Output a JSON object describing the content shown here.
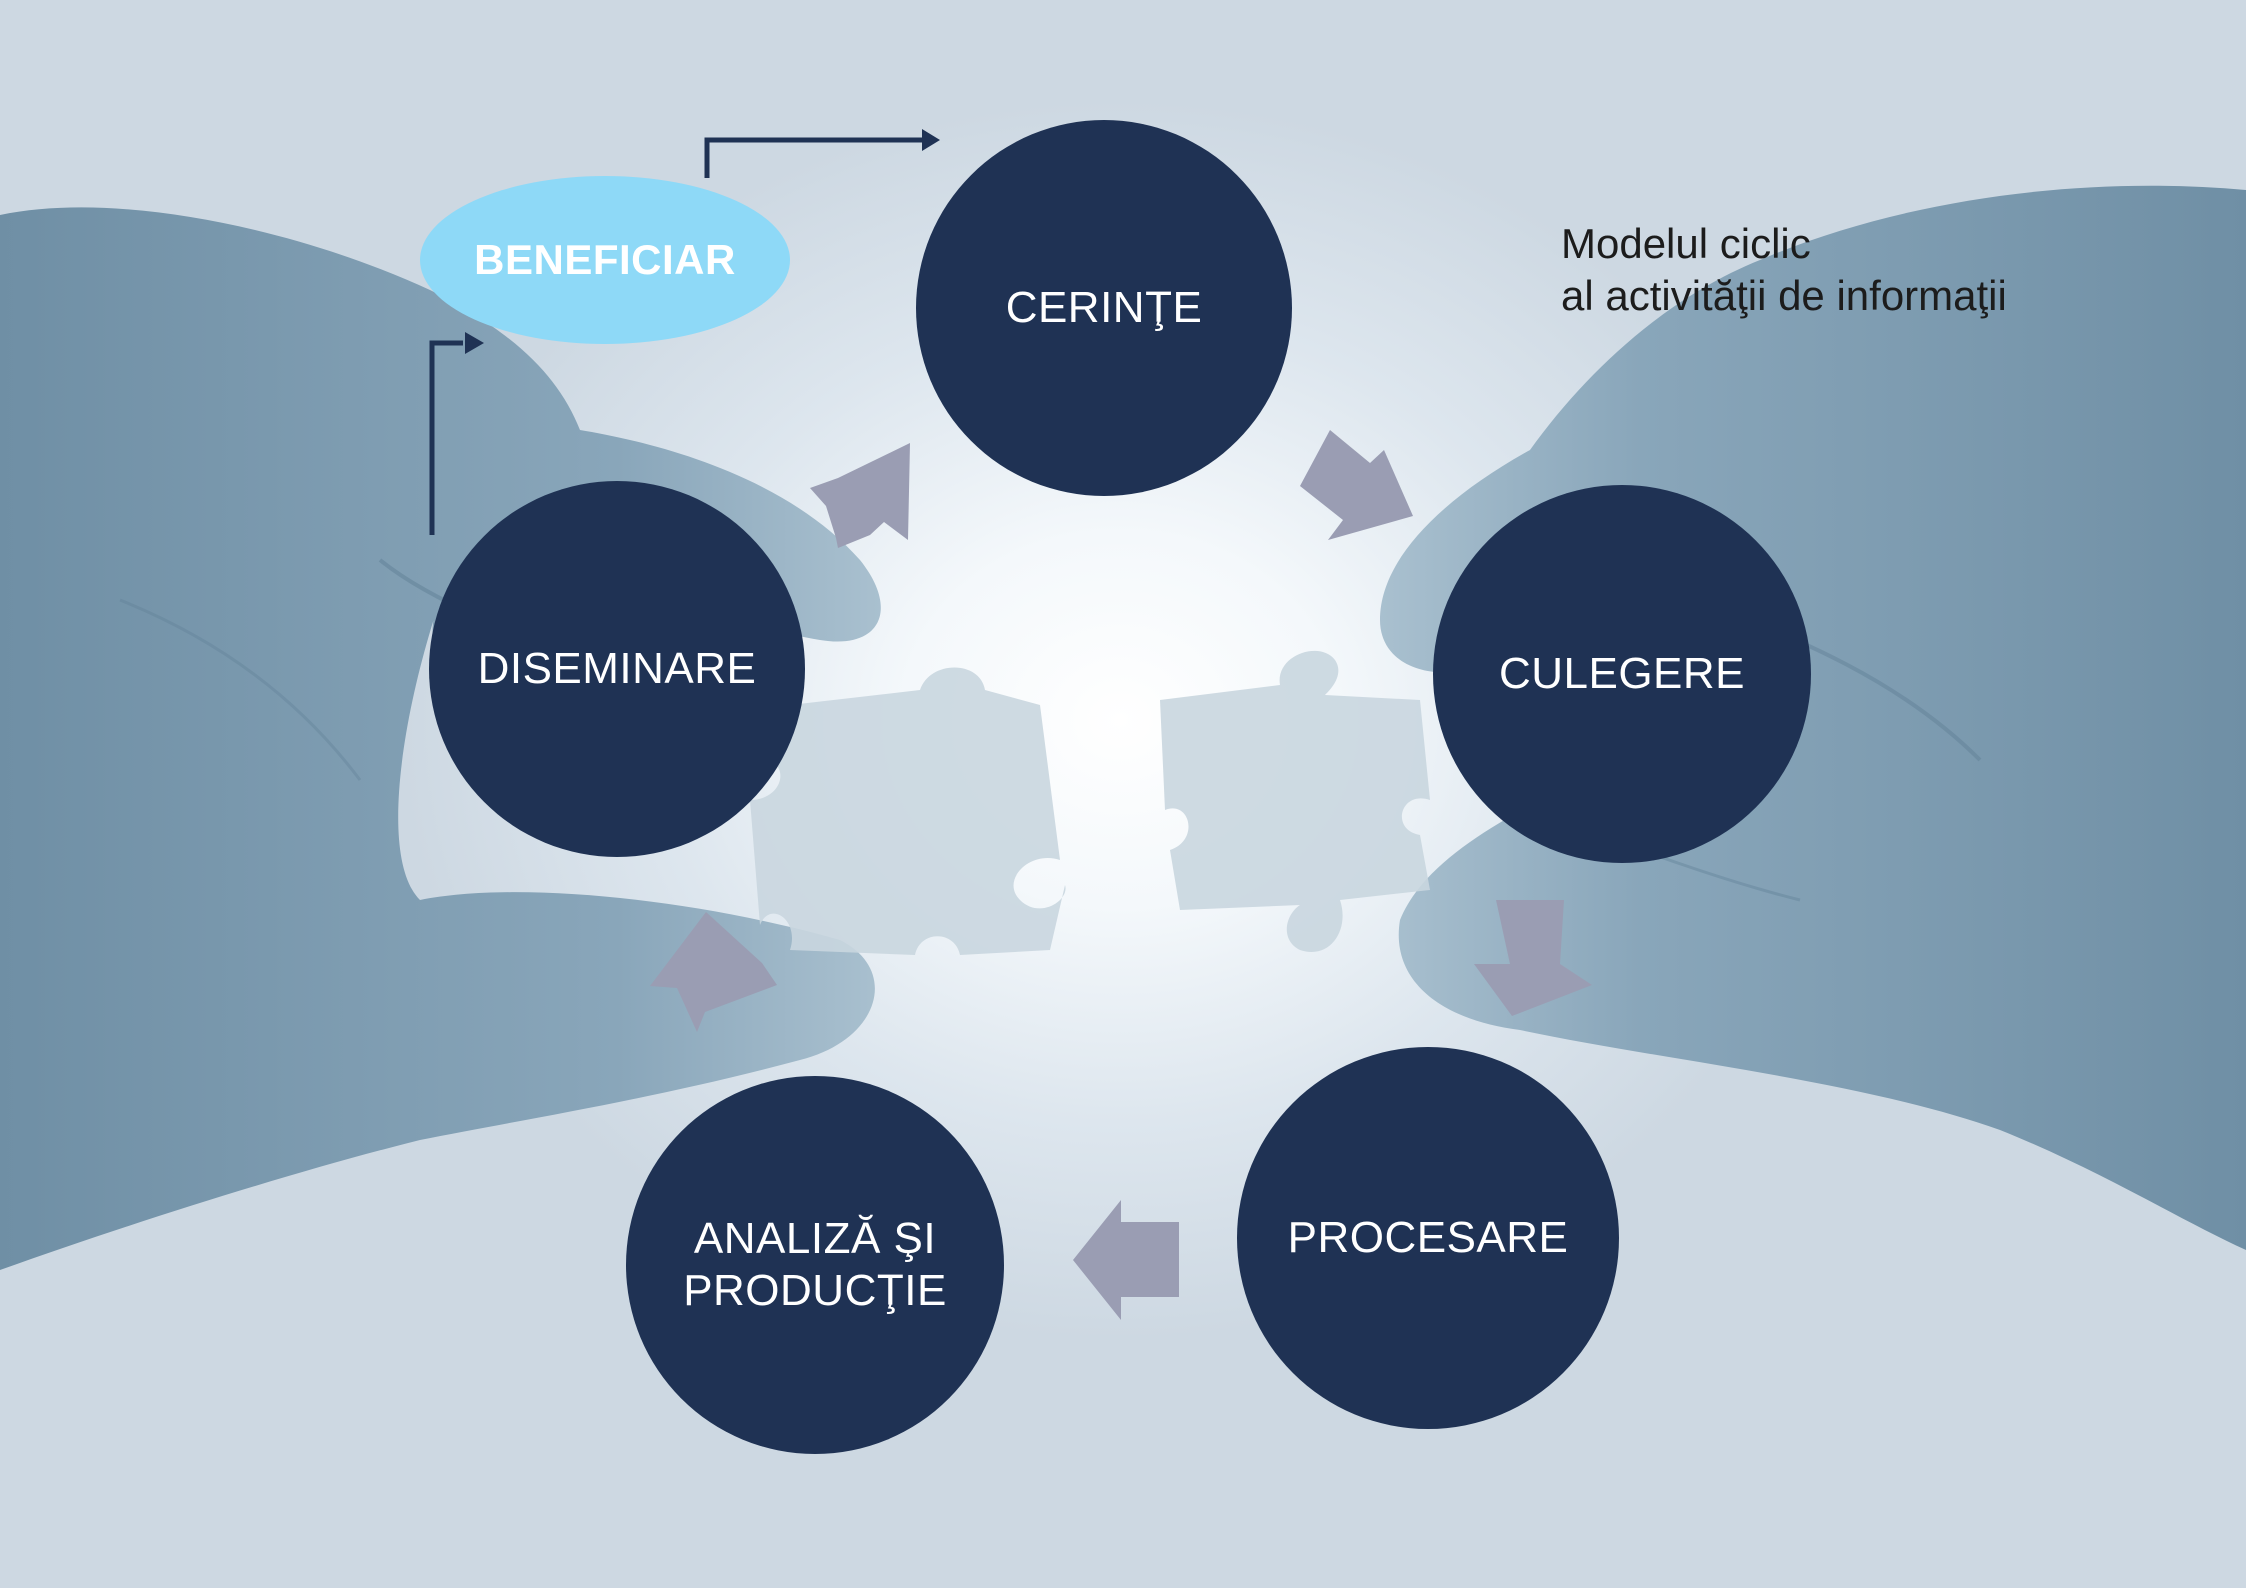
{
  "title": {
    "line1": "Modelul ciclic",
    "line2": "al activităţii de informaţii"
  },
  "beneficiary": {
    "label": "BENEFICIAR"
  },
  "stages": [
    {
      "id": "cerinte",
      "label": "CERINŢE"
    },
    {
      "id": "culegere",
      "label": "CULEGERE"
    },
    {
      "id": "procesare",
      "label": "PROCESARE"
    },
    {
      "id": "analiza",
      "label": "ANALIZĂ ŞI\nPRODUCŢIE"
    },
    {
      "id": "diseminare",
      "label": "DISEMINARE"
    }
  ],
  "colors": {
    "circle_fill": "#1f3254",
    "beneficiary_fill": "#8ed9f7",
    "cycle_arrow": "#9a9db3",
    "connector": "#1f3254",
    "hands_tint": "#7d9bb0",
    "puzzle_tint": "#c2d1dc"
  },
  "background_image": "hands-holding-puzzle-pieces"
}
